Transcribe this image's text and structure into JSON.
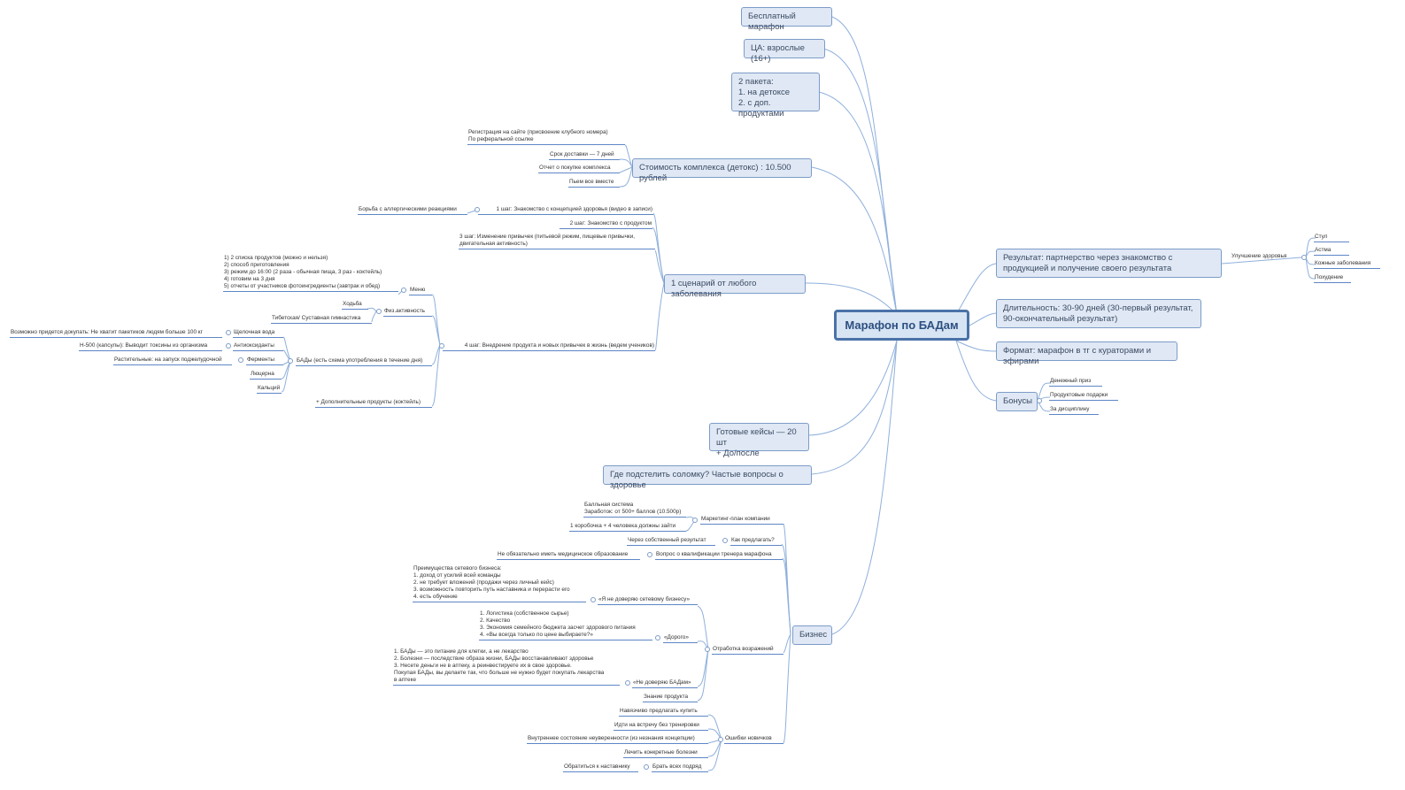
{
  "root": "Марафон по БАДам",
  "topics": {
    "free": "Бесплатный марафон",
    "audience": "ЦА: взрослые (16+)",
    "packages": "2 пакета:\n1. на детоксе\n2. с доп. продуктами",
    "cost": "Стоимость комплекса (детокс) : 10.500 рублей",
    "scenario": "1 сценарий от любого заболевания",
    "cases": "Готовые кейсы — 20 шт\n+ До/после",
    "faq": "Где подстелить соломку? Частые вопросы о здоровье",
    "business": "Бизнес",
    "result": "Результат: партнерство через знакомство с продукцией и получение своего результата",
    "duration": "Длительность: 30-90 дней (30-первый результат, 90-окончательный результат)",
    "format": "Формат: марафон в тг с кураторами и эфирами",
    "bonuses": "Бонусы"
  },
  "result_branch": {
    "health": "Улучшение здоровья",
    "items": [
      "Стул",
      "Астма",
      "Кожные заболевания",
      "Похудение"
    ]
  },
  "bonus_items": [
    "Денежный приз",
    "Продуктовые подарки",
    "За дисциплину"
  ],
  "cost_items": [
    "Регистрация на сайте (присвоение клубного номера)\nПо реферальной ссылке",
    "Срок доставки — 7 дней",
    "Отчет о покупке комплекса",
    "Пьем все вместе"
  ],
  "scenario_items": {
    "step1": "1 шаг: Знакомство с концепцией здоровья (видео в записи)",
    "allergy": "Борьба с аллергическими реакциями",
    "step2": "2 шаг: Знакомство с продуктом",
    "step3": "3 шаг: Изменение привычек (питьевой режим, пищевые привычки,\nдвигательная активность)",
    "step4": "4 шаг: Внедрение продукта и новых привычек в жизнь (ведем учеников)",
    "menu": "Меню",
    "menu_detail": "1) 2 списка продуктов (можно и нельзя)\n2) способ приготовления\n3) режим до 16:00 (2 раза - обычная пища, 3 раз - коктейль)\n4) готовим на 3 дня\n5) отчеты от участников фотоингредиенты (завтрак и обед)",
    "phys": "Физ.активность",
    "walking": "Ходьба",
    "tibetan": "Тибетская/ Суставная гимнастика",
    "bads": "БАДы (есть схема употребления в течение дня)",
    "alkaline": "Щелочная вода",
    "alkaline_note": "Возможно придется докупать: Не хватит пакетиков людям больше 100 кг",
    "antiox": "Антиоксиданты",
    "antiox_note": "Н-500 (капсулы): Выводит токсины из организма",
    "enzymes": "Ферменты",
    "enzymes_note": "Растительные: на запуск поджелудочной",
    "lucerne": "Люцерна",
    "calcium": "Кальций",
    "extra": "+ Дополнительные продукты (коктейль)"
  },
  "business_items": {
    "marketing": "Маркетинг-план компании",
    "points": "Балльная система\nЗаработок: от 500+ баллов (10.500р)",
    "box": "1 коробочка + 4 человека должны зайти",
    "how": "Как предлагать?",
    "own_result": "Через собственный результат",
    "qualification": "Вопрос о квалификации тренера марафона",
    "no_medical": "Не обязательно иметь медицинское образование",
    "objections": "Отработка возражений",
    "distrust_net": "«Я не доверяю сетевому бизнесу»",
    "advantages": "Преимущества сетевого бизнеса:\n1. доход от усилий всей команды\n2. не требует вложений (продажи через личный кейс)\n3. возможность повторить путь наставника и перерасти его\n4. есть обучение",
    "expensive": "«Дорого»",
    "expensive_answers": "1. Логистика (собственное сырье)\n2. Качество\n3. Экономия семейного бюджета засчет здорового питания\n4. «Вы всегда только по цене выбираете?»",
    "distrust_bads": "«Не доверяю БАДам»",
    "bads_answers": "1. БАДы — это питание для клетки, а не лекарство\n2. Болезни — последствие образа жизни, БАДы восстанавливают здоровье\n3. Несете деньги не в аптеку, а реинвестируете их в свое здоровье.\nПокупая БАДы, вы делаете так, что больше не нужно будет покупать лекарства\nв аптеке",
    "product_knowledge": "Знание продукта",
    "mistakes": "Ошибки новичков",
    "m1": "Навязчиво предлагать купить",
    "m2": "Идти на встречу без тренировки",
    "m3": "Внутреннее состояние неуверенности (из незнания концепции)",
    "m4": "Лечить конкретные болезни",
    "m5": "Брать всех подряд",
    "m5_note": "Обратиться к наставнику"
  }
}
